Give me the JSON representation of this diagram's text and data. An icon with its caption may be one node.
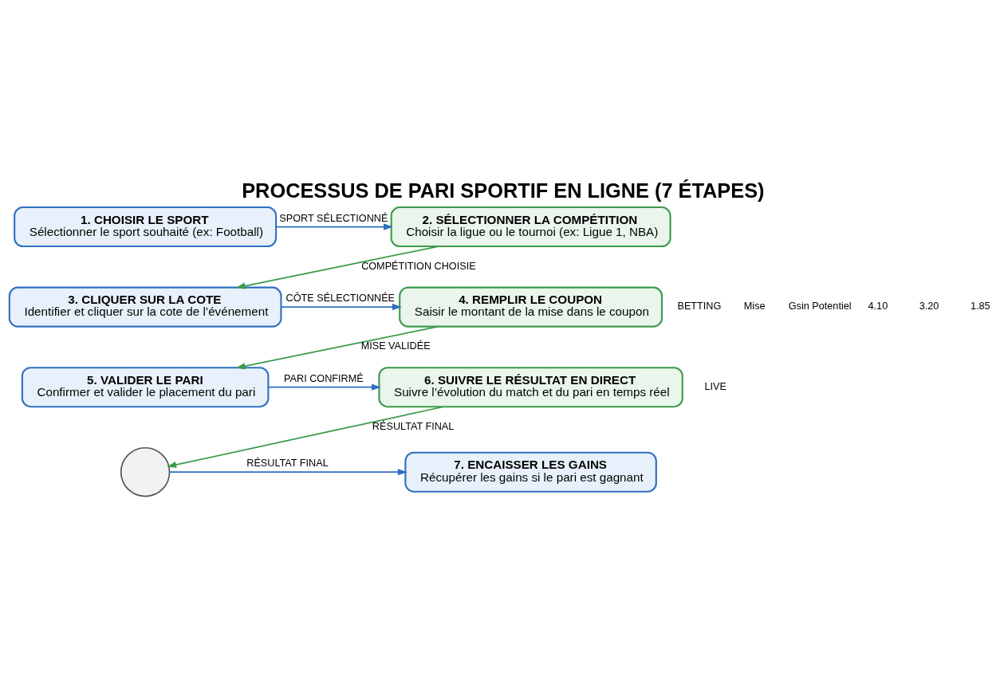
{
  "diagram": {
    "title": "PROCESSUS DE PARI SPORTIF EN LIGNE (7 ÉTAPES)",
    "nodes": [
      {
        "text": [
          "1. CHOISIR LE SPORT",
          "Sélectionner le sport souhaité (ex: Football)"
        ]
      },
      {
        "text": [
          "2. SÉLECTIONNER LA COMPÉTITION",
          "Choisir la ligue ou le tournoi (ex: Ligue 1, NBA)"
        ]
      },
      {
        "text": [
          "3. CLIQUER SUR LA COTE",
          "Identifier et cliquer sur la cote de l’événement"
        ]
      },
      {
        "text": [
          "4. REMPLIR LE COUPON",
          "Saisir le montant de la mise dans le coupon"
        ]
      },
      {
        "text": [
          "5. VALIDER LE PARI",
          "Confirmer et valider le placement du pari"
        ]
      },
      {
        "text": [
          "6. SUIVRE LE RÉSULTAT EN DIRECT",
          "Suivre l’évolution du match et du pari en temps réel"
        ]
      },
      {
        "text": [],
        "shape": "circle"
      },
      {
        "text": [
          "7. ENCAISSER LES GAINS",
          "Récupérer les gains si le pari est gagnant"
        ]
      }
    ],
    "edges": [
      {
        "from": 0,
        "to": 1,
        "arrow": "to",
        "label": "SPORT SÉLECTIONNÉ"
      },
      {
        "from": 1,
        "to": 2,
        "arrow": "to",
        "label": "COMPÉTITION CHOISIE",
        "color": "#3c9a4c"
      },
      {
        "from": 2,
        "to": 3,
        "arrow": "to",
        "label": "CÔTE SÉLECTIONNÉE"
      },
      {
        "from": 3,
        "to": 4,
        "arrow": "to",
        "label": "MISE VALIDÉE",
        "color": "#3c9a4c"
      },
      {
        "from": 4,
        "to": 5,
        "arrow": "to",
        "label": "PARI CONFIRMÉ"
      },
      {
        "from": 5,
        "to": 6,
        "arrow": "to",
        "label": "RÉSULTAT FINAL",
        "color": "#3c9a4c"
      },
      {
        "from": 6,
        "to": 7,
        "arrow": "to",
        "label": "RÉSULTAT FINAL"
      }
    ],
    "labels": [
      "1.85",
      "3.20",
      "4.10",
      "BETTING",
      "Mise",
      "Gsin Potentiel",
      "LIVE"
    ]
  }
}
